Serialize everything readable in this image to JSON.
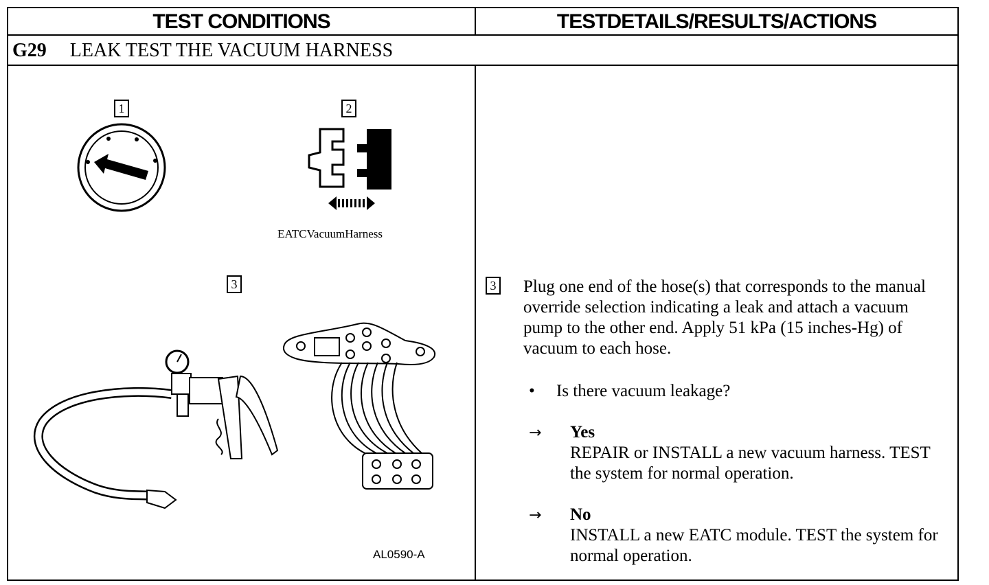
{
  "header": {
    "left": "TEST CONDITIONS",
    "right": "TESTDETAILS/RESULTS/ACTIONS"
  },
  "section": {
    "code": "G29",
    "title": "LEAK TEST THE VACUUM HARNESS"
  },
  "figure": {
    "steps": [
      "1",
      "2",
      "3"
    ],
    "harness_caption": "EATCVacuumHarness",
    "figure_id": "AL0590-A"
  },
  "details": {
    "step_number": "3",
    "instruction": "Plug one end of the hose(s) that corresponds to the manual override selection indicating a leak and attach a vacuum pump to the other end. Apply 51 kPa (15 inches-Hg) of vacuum to each hose.",
    "bullet_mark": "•",
    "question": "Is there vacuum leakage?",
    "arrow": "→",
    "answers": [
      {
        "label": "Yes",
        "action": "REPAIR or INSTALL a new vacuum harness. TEST the system for normal operation."
      },
      {
        "label": "No",
        "action": "INSTALL a new EATC module. TEST the system for normal operation."
      }
    ]
  }
}
